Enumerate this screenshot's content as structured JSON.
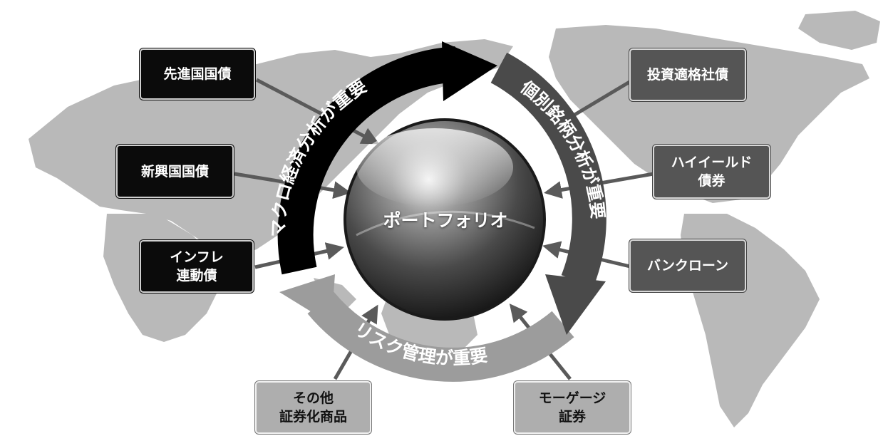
{
  "center": {
    "label": "ポートフォリオ"
  },
  "cycle": {
    "macro": "マクロ経済分析が重要",
    "individual": "個別銘柄分析が重要",
    "risk": "リスク管理が重要"
  },
  "assets": {
    "developed_bonds": "先進国国債",
    "emerging_bonds": "新興国国債",
    "inflation_linked": "インフレ\n連動債",
    "investment_grade": "投資適格社債",
    "high_yield": "ハイイールド\n債券",
    "bank_loans": "バンクローン",
    "other_securitized": "その他\n証券化商品",
    "mortgage_securities": "モーゲージ\n証券"
  },
  "colors": {
    "dark_box": "#0b0b0b",
    "mid_box": "#555555",
    "light_box": "#aeaeae",
    "map": "#b8b8b8"
  }
}
